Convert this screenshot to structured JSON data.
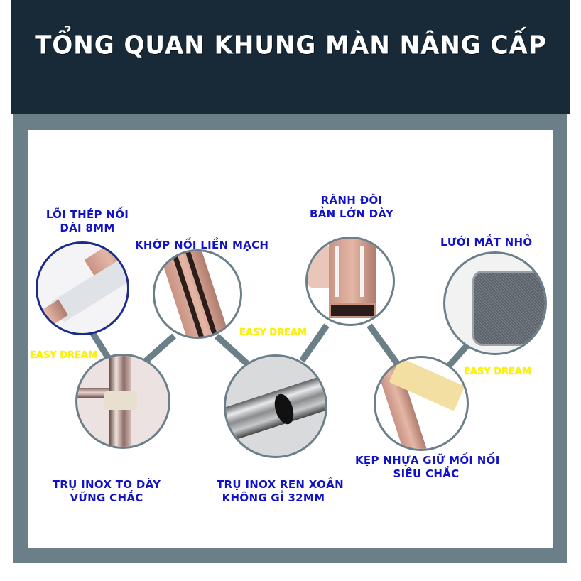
{
  "header": {
    "title": "TỔNG QUAN KHUNG MÀN NÂNG CẤP",
    "background": "#182a38"
  },
  "frame": {
    "color": "#6b7f89",
    "inner_background": "#ffffff"
  },
  "colors": {
    "label_blue": "#1212c6",
    "brand_yellow": "#fff200",
    "connector": "#6b7f89"
  },
  "features": [
    {
      "id": "loi-thep",
      "line1": "LÕI THÉP NỐI",
      "line2": "DÀI 8MM",
      "image": "steel-core-connector"
    },
    {
      "id": "khop-noi",
      "line1": "KHỚP NỐI LIỀN MẠCH",
      "line2": "",
      "image": "seamless-joint-rail"
    },
    {
      "id": "ranh-doi",
      "line1": "RÃNH ĐÔI",
      "line2": "BẢN LỚN DÀY",
      "image": "double-groove-rail"
    },
    {
      "id": "luoi",
      "line1": "LƯỚI MẮT NHỎ",
      "line2": "",
      "image": "fine-mesh-net"
    },
    {
      "id": "tru-inox",
      "line1": "TRỤ INOX TO DÀY",
      "line2": "VỮNG CHẮC",
      "image": "stainless-pole-clip"
    },
    {
      "id": "ren-xoan",
      "line1": "TRỤ INOX REN XOẮN",
      "line2": "KHÔNG GỈ 32MM",
      "image": "threaded-stainless-pole"
    },
    {
      "id": "kep-nhua",
      "line1": "KẸP NHỰA GIỮ MỐI NỐI",
      "line2": "SIÊU CHẮC",
      "image": "plastic-joint-clamp"
    }
  ],
  "watermarks": [
    "EASY DREAM",
    "EASY DREAM",
    "EASY DREAM"
  ]
}
